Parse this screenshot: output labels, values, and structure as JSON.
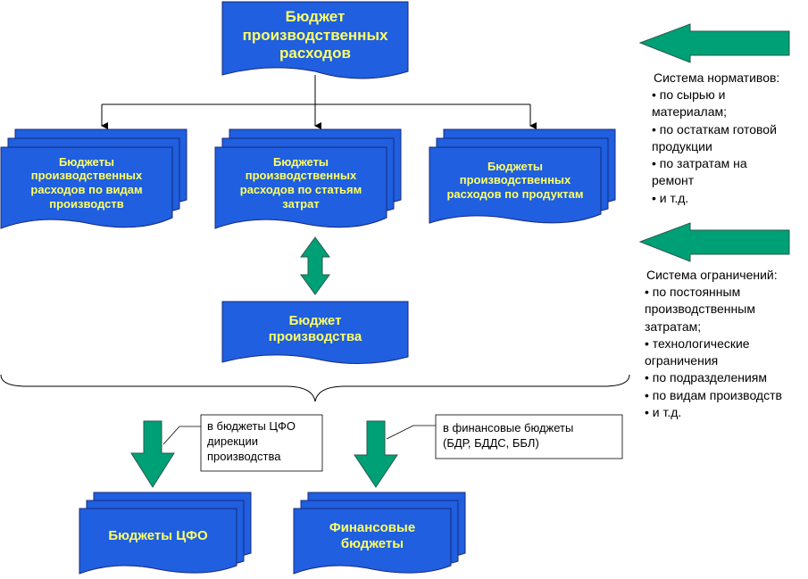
{
  "top_budget": {
    "label": "Бюджет\nпроизводственных\nрасходов"
  },
  "sub_budgets": [
    {
      "label": "Бюджеты\nпроизводственных\nрасходов по видам\nпроизводств"
    },
    {
      "label": "Бюджеты\nпроизводственных\nрасходов по статьям\nзатрат"
    },
    {
      "label": "Бюджеты\nпроизводственных\nрасходов по продуктам"
    }
  ],
  "production_budget": {
    "label": "Бюджет\nпроизводства"
  },
  "cfo_budgets": {
    "label": "Бюджеты ЦФО"
  },
  "financial_budgets": {
    "label": "Финансовые\nбюджеты"
  },
  "callouts": {
    "cfo": "в бюджеты ЦФО\nдирекции\nпроизводства",
    "financial": "в финансовые бюджеты\n(БДР, БДДС, ББЛ)"
  },
  "norms": {
    "title": "Система нормативов:",
    "items": "• по сырью и\nматериалам;\n• по остаткам готовой\nпродукции\n• по затратам на\nремонт\n• и т.д."
  },
  "limits": {
    "title": "Система ограничений:",
    "items": "• по постоянным\nпроизводственным\nзатратам;\n• технологические\nограничения\n• по подразделениям\n• по видам производств\n• и т.д."
  },
  "colors": {
    "box_fill": "#1f5fe0",
    "box_stroke": "#1a2a7a",
    "box_text": "#ffff66",
    "arrow_green": "#00a077",
    "arrow_stroke": "#2a5a4a"
  }
}
